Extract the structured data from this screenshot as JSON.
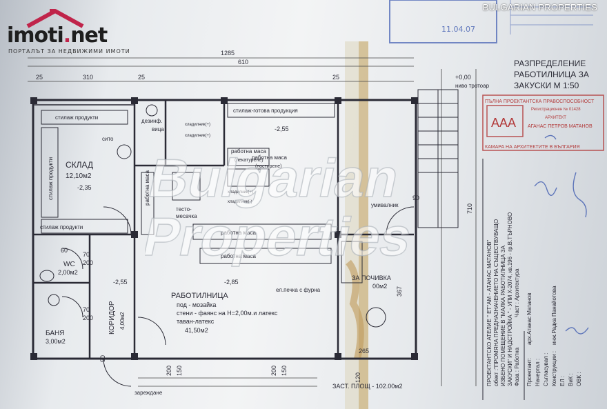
{
  "brand": {
    "logo_main": "imoti",
    "logo_dot": ".",
    "logo_tld": "net",
    "logo_sub": "ПОРТАЛЪТ ЗА НЕДВИЖИМИ ИМОТИ",
    "watermark_top": "BULGARIAN PROPERTIES",
    "watermark_center_line1": "Bulgarian",
    "watermark_center_line2": "Properties",
    "accent_color": "#c0244a"
  },
  "plan": {
    "title_line1": "РАЗПРЕДЕЛЕНИЕ",
    "title_line2": "РАБОТИЛНИЦА ЗА",
    "title_line3": "ЗАКУСКИ  М 1:50",
    "level_entrance": "+0,00",
    "level_entrance_label": "ниво тротоар",
    "dims": {
      "total_width": "1285",
      "d610": "610",
      "d310": "310",
      "d25a": "25",
      "d25b": "25",
      "d25c": "25",
      "d710": "710",
      "d367": "367",
      "d265": "265",
      "d200a": "200",
      "d150a": "150",
      "d200b": "200",
      "d150b": "150",
      "d120": "120",
      "d90a": "90",
      "d90b": "90",
      "d70a": "70",
      "d70b": "70",
      "d200c": "200",
      "d200d": "200",
      "d60": "60"
    },
    "rooms": {
      "sklad_name": "СКЛАД",
      "sklad_area": "12,10м2",
      "sklad_level": "-2,35",
      "wc_name": "WC",
      "wc_area": "2,00м2",
      "banya_name": "БАНЯ",
      "banya_area": "3,00м2",
      "koridor_name": "КОРИДОР",
      "koridor_area": "4,00м2",
      "koridor_level": "-2,55",
      "work_name": "РАБОТИЛНИЦА",
      "work_floor": "под - мозайка",
      "work_walls": "стени - фаянс на H=2,00м.и латекс",
      "work_ceiling": "таван-латекс",
      "work_area": "41,50м2",
      "work_level": "-2,85",
      "top_level": "-2,55",
      "rest_name": "ЗА ПОЧИВКА",
      "rest_area": "00м2"
    },
    "furniture": {
      "shelf1": "стилаж продукти",
      "shelf2": "стилаж продукти",
      "shelf3": "стилаж продукти",
      "shelf_ready": "стилаж-готова продукция",
      "sito": "сито",
      "dezinf": "дезинф.",
      "vica": "вица",
      "fridge1": "хладилник(+)",
      "fridge2": "хладилник(+)",
      "fridge3": "хладилник(+)",
      "fridge4": "хладилник(-)",
      "worktable1": "работна маса",
      "worktable2": "работна маса",
      "worktable3": "работна маса",
      "worktable4": "работна маса",
      "worktable_sub": "(пекатурене)",
      "worktable_sub2": "(постирене)",
      "mixer": "тесто-\nмесачка",
      "mixer1": "тесто-",
      "mixer2": "месачка",
      "stove": "ел.печка с фурна",
      "wash": "умивалник",
      "delivery": "зареждане",
      "built_area": "ЗАСТ. ПЛОЩ - 102.00м2",
      "wall_label1": "работна маса"
    },
    "stamp": {
      "line1": "ПЪЛНА ПРОЕКТАНТСКА ПРАВОСПОСОБНОСТ",
      "line2": "Регистрационен № 01428",
      "line3": "АРХИТЕКТ",
      "line4": "АГАНАС ПЕТРОВ МАТАНОВ",
      "line5": "КАМАРА НА АРХИТЕКТИТЕ В БЪЛГАРИЯ"
    },
    "titleblock": {
      "firm": "ПРОЕКТАНТСКО АТЕЛИЕ \" ЕТ\"АМ - АТАНАС МАТАНОВ\"",
      "object1": "обект :\"ПРОМЯНА ПРЕДНАЗНАЧЕНИЕТО НА СЪЩЕСТВУВАЩО",
      "object2": "ИЗБЕНО ПОМЕЩЕНИЕ В \"МАЛКА РАБОТИЛНИЦА ЗА",
      "object3": "ЗАКУСКИ\" И НАДСТРОЙКА \" - УПИ X-2074, кв.196 - гр.В.ТЪРНОВО",
      "phase": "Фаза : Работна",
      "part": "Част : Архитектура",
      "designer_label": "Проектант:",
      "designer": "арх.Атанас Матанов",
      "drafter_label": "Начертал :",
      "agreed_label": "Съгласувал :",
      "agreed": "инж.Радка Панайотова",
      "constr_label": "Конструкции :",
      "el_label": "ЕЛ :",
      "vik_label": "ВиК :",
      "ovk_label": "ОВК :"
    }
  },
  "colors": {
    "ink": "#2a2a35",
    "blue_ink": "#3e5bb0",
    "stamp_red": "#b23a3a",
    "paper": "#eef0f2"
  }
}
